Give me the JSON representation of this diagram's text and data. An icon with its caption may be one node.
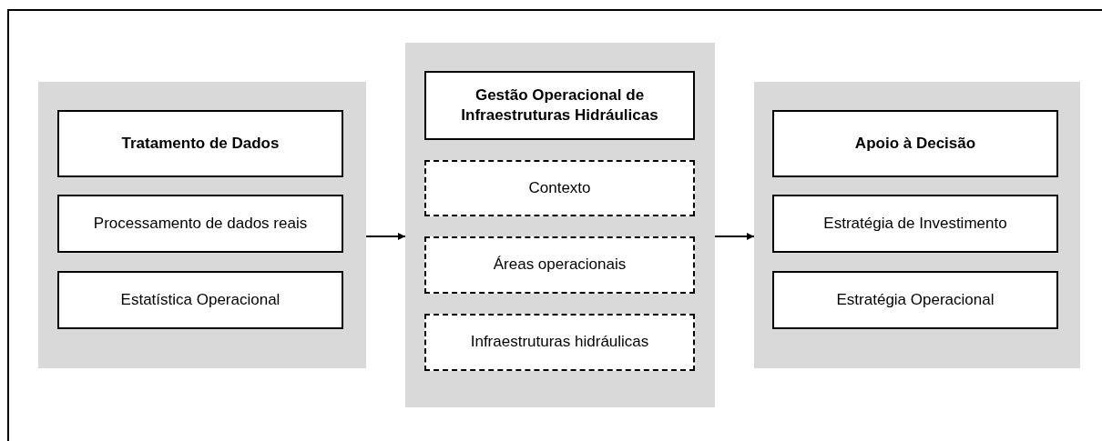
{
  "diagram": {
    "nodes": [
      {
        "text": [],
        "shape": "box"
      },
      {
        "text": [
          "Tratamento de Dados"
        ],
        "in": 0
      },
      {
        "text": [
          "Processamento de dados reais"
        ],
        "in": 0
      },
      {
        "text": [
          "Estatística Operacional"
        ],
        "in": 0
      },
      {
        "text": [],
        "shape": "box"
      },
      {
        "text": [
          "Gestão Operacional de Infraestruturas Hidráulicas"
        ],
        "in": 4
      },
      {
        "text": [
          "Contexto"
        ],
        "in": 4
      },
      {
        "text": [
          "Áreas operacionais"
        ],
        "in": 4
      },
      {
        "text": [
          "Infraestruturas hidráulicas"
        ],
        "in": 4
      },
      {
        "text": [],
        "shape": "box"
      },
      {
        "text": [
          "Apoio à Decisão"
        ],
        "in": 9
      },
      {
        "text": [
          "Estratégia de Investimento"
        ],
        "in": 9
      },
      {
        "text": [
          "Estratégia Operacional"
        ],
        "in": 9
      }
    ],
    "edges": [
      {
        "from": 0,
        "to": 4,
        "arrow": "to"
      },
      {
        "from": 4,
        "to": 9,
        "arrow": "to"
      }
    ]
  }
}
